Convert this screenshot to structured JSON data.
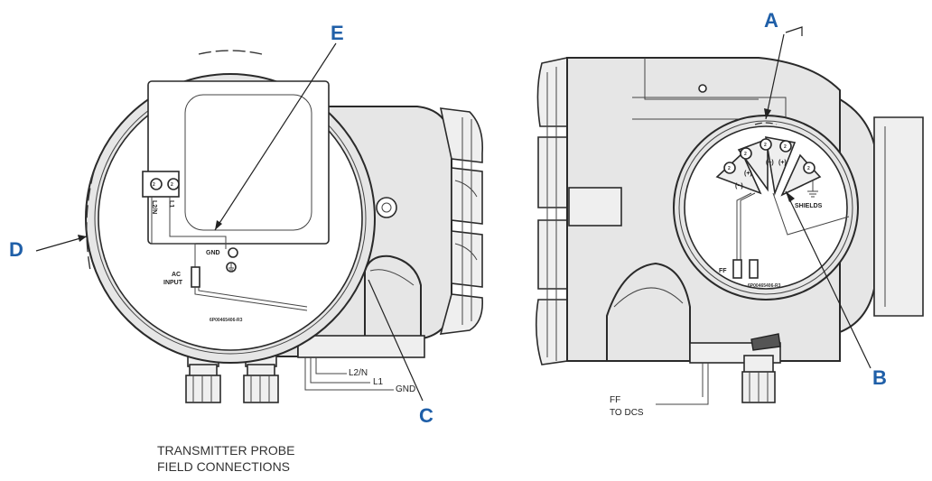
{
  "callouts": {
    "a": "A",
    "b": "B",
    "c": "C",
    "d": "D",
    "e": "E"
  },
  "left_unit": {
    "terminal_l2n": "L2/N",
    "terminal_l1": "L1",
    "gnd_terminal": "GND",
    "ac_input_line1": "AC",
    "ac_input_line2": "INPUT",
    "serial_number": "6P00465406-R3",
    "wire_l2n": "L2/N",
    "wire_l1": "L1",
    "wire_gnd": "GND"
  },
  "right_unit": {
    "polarity_plus_1": "(+)",
    "polarity_minus_1": "(−)",
    "polarity_minus_2": "(−)",
    "polarity_plus_2": "(+)",
    "shields": "SHIELDS",
    "ff_terminal": "FF",
    "serial_number": "6P00465406-R3",
    "ff_line": "FF",
    "to_dcs": "TO DCS"
  },
  "caption": {
    "line1": "TRANSMITTER PROBE",
    "line2": "FIELD CONNECTIONS"
  },
  "icons": [
    "ground-symbol-icon",
    "screw-terminal-icon"
  ]
}
